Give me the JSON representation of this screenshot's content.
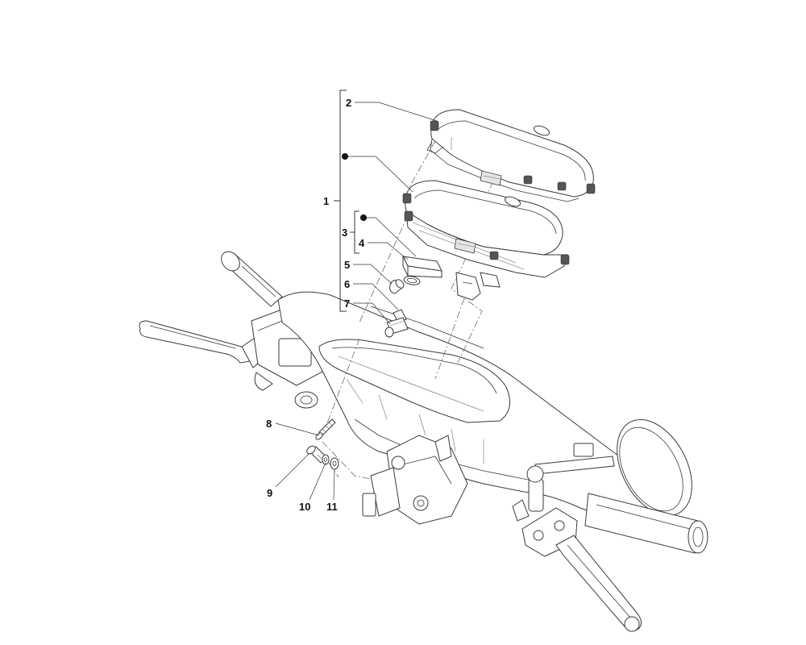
{
  "callouts": {
    "c1": "1",
    "c2": "2",
    "c3": "3",
    "c4": "4",
    "c5": "5",
    "c6": "6",
    "c7": "7",
    "c8": "8",
    "c9": "9",
    "c10": "10",
    "c11": "11"
  },
  "colors": {
    "line": "#3a3a3a",
    "background": "#ffffff",
    "text": "#111111"
  }
}
